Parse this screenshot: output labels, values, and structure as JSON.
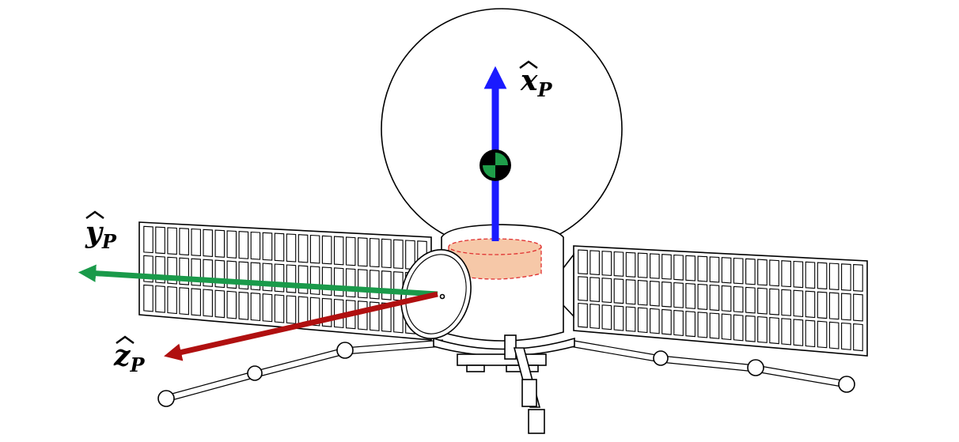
{
  "axes": {
    "x": {
      "label": "x",
      "subscript": "P",
      "color": "#1a1aff"
    },
    "y": {
      "label": "y",
      "subscript": "P",
      "color": "#1a9a4a"
    },
    "z": {
      "label": "z",
      "subscript": "P",
      "color": "#b01010"
    }
  },
  "colors": {
    "highlight_band": "#f6c8a8",
    "highlight_band_stroke": "#e03030",
    "cg_marker_green": "#1f9e4a",
    "cg_marker_black": "#000000"
  },
  "icons": {
    "center_of_mass": "center-of-mass-icon"
  }
}
